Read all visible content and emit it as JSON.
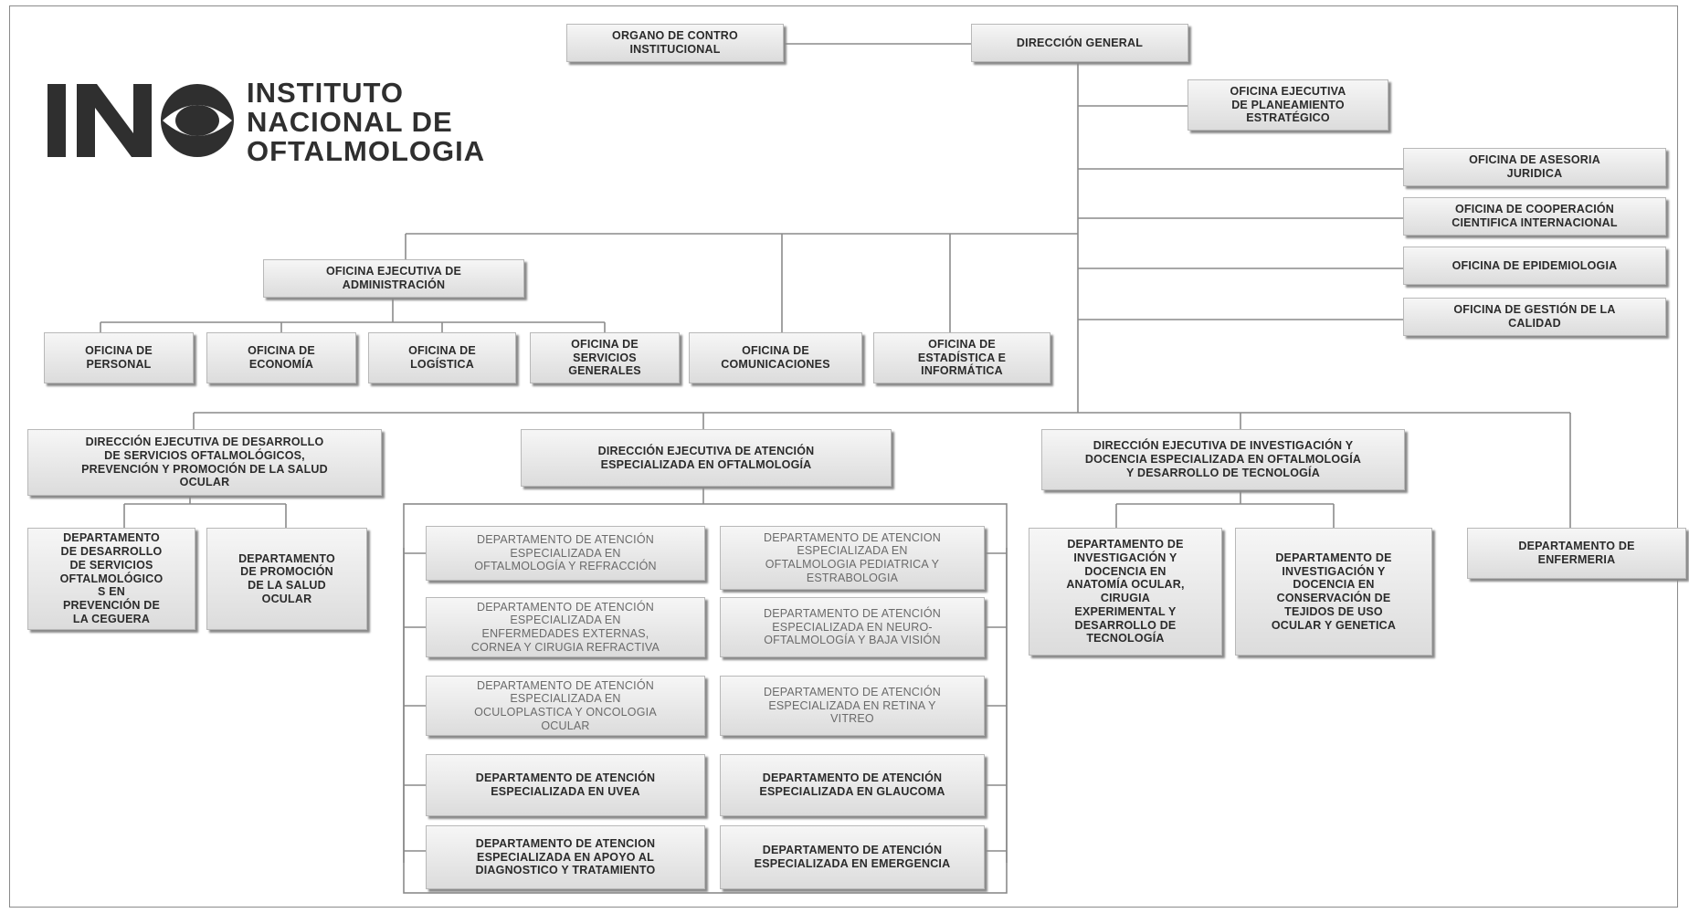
{
  "logo": {
    "mark_letters": "INO",
    "line1": "INSTITUTO",
    "line2": "NACIONAL DE",
    "line3": "OFTALMOLOGIA",
    "color": "#2f2f2f"
  },
  "colors": {
    "box_top": "#f6f6f6",
    "box_bottom": "#dcdcdc",
    "line": "#8a8a8a"
  },
  "top": {
    "organo_control": "ORGANO DE CONTRO\nINSTITUCIONAL",
    "direccion_general": "DIRECCIÓN GENERAL"
  },
  "staff": {
    "planeamiento": "OFICINA EJECUTIVA\nDE PLANEAMIENTO\nESTRATÉGICO",
    "asesoria": "OFICINA DE ASESORIA\nJURIDICA",
    "cooperacion": "OFICINA DE COOPERACIÓN\nCIENTIFICA INTERNACIONAL",
    "epidemiologia": "OFICINA DE EPIDEMIOLOGIA",
    "calidad": "OFICINA DE GESTIÓN DE LA\nCALIDAD"
  },
  "administracion": {
    "head": "OFICINA EJECUTIVA DE\nADMINISTRACIÓN",
    "personal": "OFICINA DE\nPERSONAL",
    "economia": "OFICINA DE\nECONOMÍA",
    "logistica": "OFICINA DE\nLOGÍSTICA",
    "servicios": "OFICINA DE\nSERVICIOS\nGENERALES"
  },
  "support": {
    "comunicaciones": "OFICINA DE\nCOMUNICACIONES",
    "estadistica": "OFICINA DE\nESTADÍSTICA E\nINFORMÁTICA"
  },
  "desarrollo": {
    "head": "DIRECCIÓN EJECUTIVA DE DESARROLLO\nDE SERVICIOS OFTALMOLÓGICOS,\nPREVENCIÓN Y PROMOCIÓN DE LA SALUD\nOCULAR",
    "prevencion": "DEPARTAMENTO\nDE DESARROLLO\nDE SERVICIOS\nOFTALMOLÓGICO\nS EN\nPREVENCIÓN DE\nLA CEGUERA",
    "promocion": "DEPARTAMENTO\nDE PROMOCIÓN\nDE LA SALUD\nOCULAR"
  },
  "atencion": {
    "head": "DIRECCIÓN EJECUTIVA DE ATENCIÓN\nESPECIALIZADA EN OFTALMOLOGÍA",
    "left": [
      "DEPARTAMENTO DE ATENCIÓN\nESPECIALIZADA EN\nOFTALMOLOGÍA Y REFRACCIÓN",
      "DEPARTAMENTO DE ATENCIÓN\nESPECIALIZADA EN\nENFERMEDADES EXTERNAS,\nCORNEA Y CIRUGIA REFRACTIVA",
      "DEPARTAMENTO DE ATENCIÓN\nESPECIALIZADA EN\nOCULOPLASTICA Y ONCOLOGIA\nOCULAR",
      "DEPARTAMENTO DE ATENCIÓN\nESPECIALIZADA EN UVEA",
      "DEPARTAMENTO DE ATENCION\nESPECIALIZADA EN APOYO AL\nDIAGNOSTICO Y TRATAMIENTO"
    ],
    "right": [
      "DEPARTAMENTO DE ATENCION\nESPECIALIZADA EN\nOFTALMOLOGIA PEDIATRICA Y\nESTRABOLOGIA",
      "DEPARTAMENTO DE ATENCIÓN\nESPECIALIZADA EN NEURO-\nOFTALMOLOGÍA Y BAJA VISIÓN",
      "DEPARTAMENTO DE ATENCIÓN\nESPECIALIZADA EN RETINA Y\nVITREO",
      "DEPARTAMENTO DE ATENCIÓN\nESPECIALIZADA EN GLAUCOMA",
      "DEPARTAMENTO DE ATENCIÓN\nESPECIALIZADA EN EMERGENCIA"
    ]
  },
  "investigacion": {
    "head": "DIRECCIÓN EJECUTIVA DE INVESTIGACIÓN Y\nDOCENCIA ESPECIALIZADA EN OFTALMOLOGÍA\nY DESARROLLO DE TECNOLOGÍA",
    "anatomia": "DEPARTAMENTO DE\nINVESTIGACIÓN Y\nDOCENCIA EN\nANATOMÍA OCULAR,\nCIRUGIA\nEXPERIMENTAL Y\nDESARROLLO DE\nTECNOLOGÍA",
    "tejidos": "DEPARTAMENTO DE\nINVESTIGACIÓN Y\nDOCENCIA EN\nCONSERVACIÓN DE\nTEJIDOS DE USO\nOCULAR Y GENETICA"
  },
  "enfermeria": "DEPARTAMENTO DE\nENFERMERIA"
}
